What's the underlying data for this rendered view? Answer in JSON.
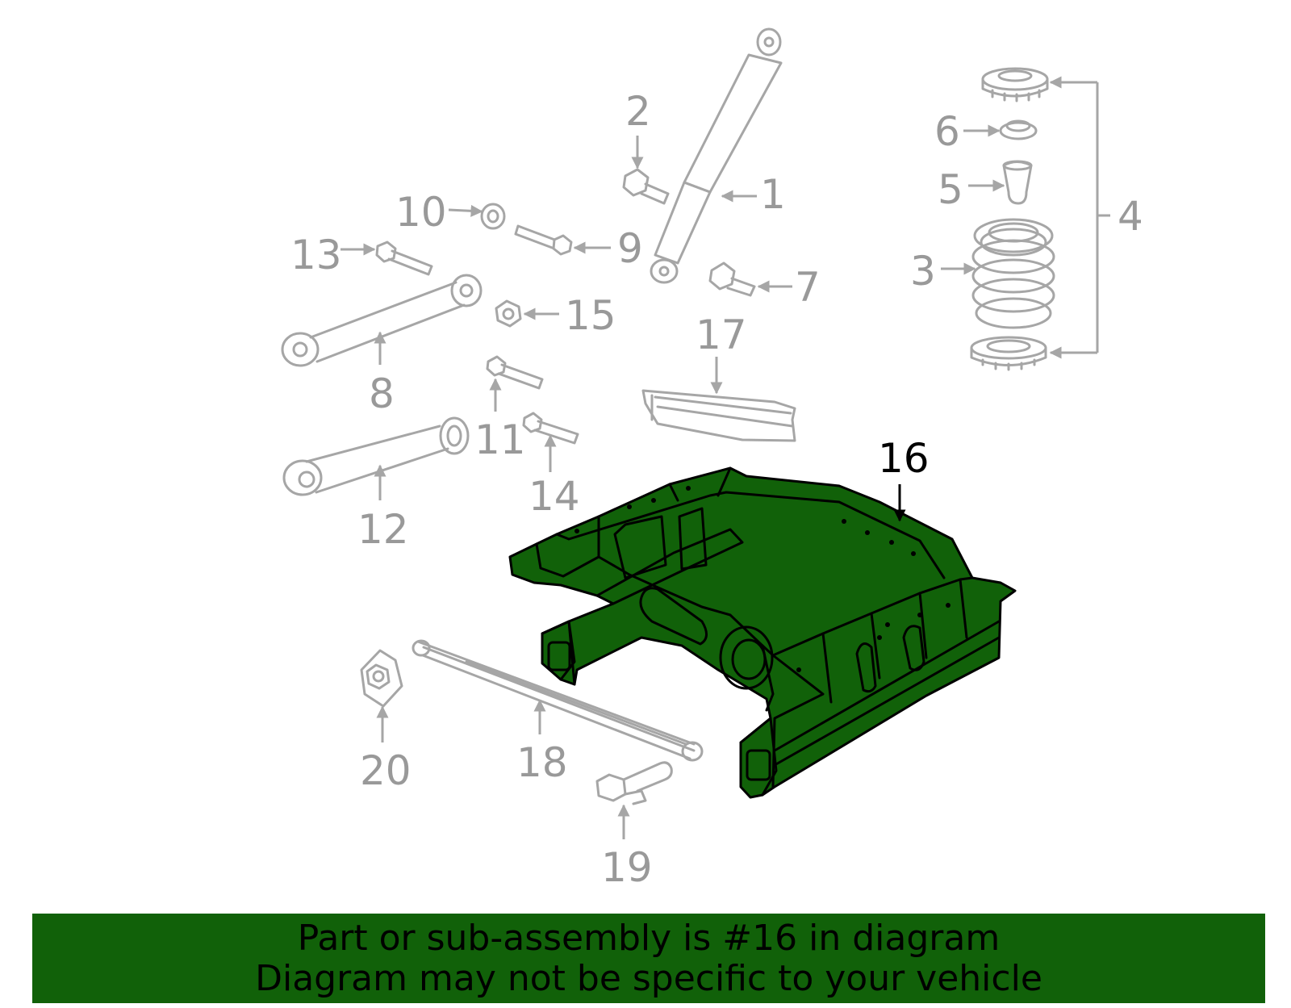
{
  "callouts": {
    "c1": "1",
    "c2": "2",
    "c3": "3",
    "c4": "4",
    "c5": "5",
    "c6": "6",
    "c7": "7",
    "c8": "8",
    "c9": "9",
    "c10": "10",
    "c11": "11",
    "c12": "12",
    "c13": "13",
    "c14": "14",
    "c15": "15",
    "c16": "16",
    "c17": "17",
    "c18": "18",
    "c19": "19",
    "c20": "20"
  },
  "highlight": {
    "part": "16",
    "color": "#116109"
  },
  "banner": {
    "line1": "Part or sub-assembly is #16 in diagram",
    "line2": "Diagram may not be specific to your vehicle",
    "color": "#116109"
  }
}
